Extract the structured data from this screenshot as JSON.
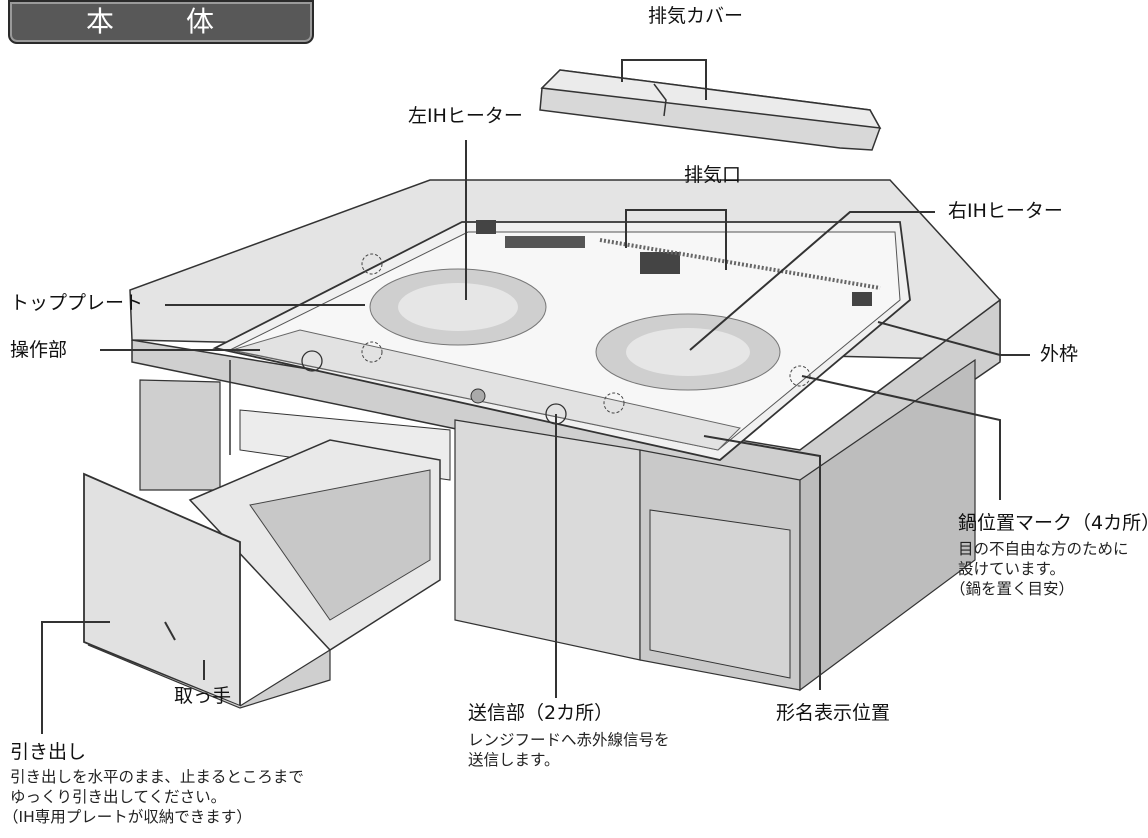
{
  "title": "本　体",
  "labels": {
    "exhaust_cover": "排気カバー",
    "left_ih": "左IHヒーター",
    "exhaust_port": "排気口",
    "right_ih": "右IHヒーター",
    "top_plate": "トッププレート",
    "control_panel": "操作部",
    "outer_frame": "外枠",
    "pot_mark": "鍋位置マーク（4カ所）",
    "pot_mark_desc": [
      "目の不自由な方のために",
      "設けています。",
      "（鍋を置く目安）"
    ],
    "handle": "取っ手",
    "transmitter": "送信部（2カ所）",
    "transmitter_desc": [
      "レンジフードへ赤外線信号を",
      "送信します。"
    ],
    "model_position": "形名表示位置",
    "drawer": "引き出し",
    "drawer_desc": [
      "引き出しを水平のまま、止まるところまで",
      "ゆっくり引き出してください。",
      "（IH専用プレートが収納できます）"
    ]
  }
}
